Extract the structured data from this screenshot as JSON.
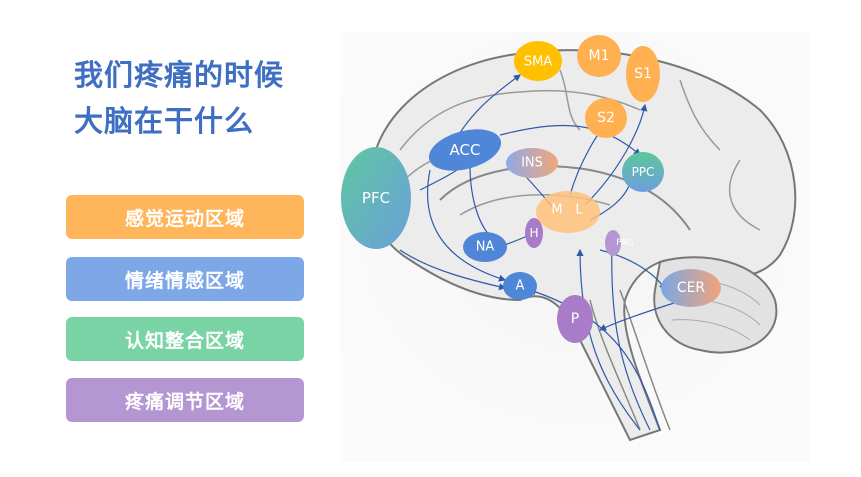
{
  "title": {
    "line1": "我们疼痛的时候",
    "line2": "大脑在干什么"
  },
  "legend": [
    {
      "label": "感觉运动区域",
      "color": "#ffb65a"
    },
    {
      "label": "情绪情感区域",
      "color": "#7ea7e8"
    },
    {
      "label": "认知整合区域",
      "color": "#79d3a5"
    },
    {
      "label": "疼痛调节区域",
      "color": "#b396d2"
    }
  ],
  "regions": {
    "sma": "SMA",
    "m1": "M1",
    "s1": "S1",
    "s2": "S2",
    "acc": "ACC",
    "ins": "INS",
    "ppc": "PPC",
    "pfc": "PFC",
    "m": "M",
    "l": "L",
    "h": "H",
    "na": "NA",
    "a": "A",
    "p": "P",
    "cer": "CER",
    "pag": "PAG"
  }
}
